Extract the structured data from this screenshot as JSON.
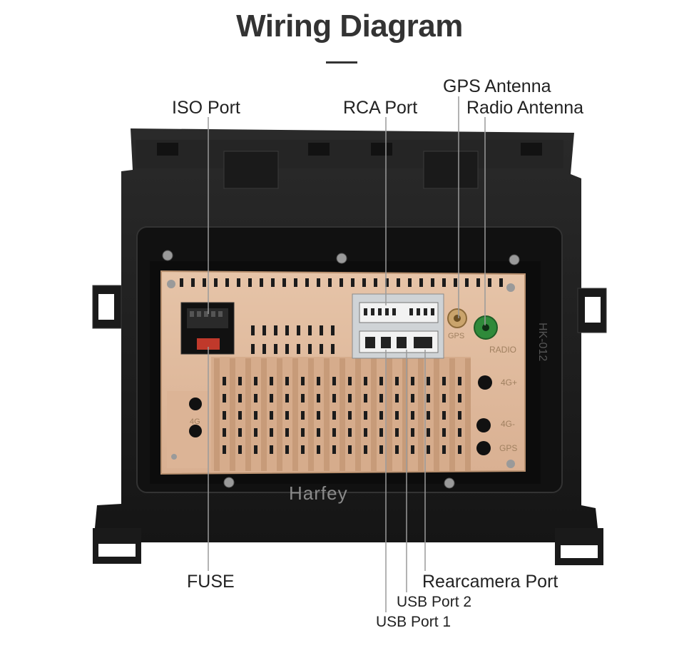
{
  "title": "Wiring Diagram",
  "labels": {
    "iso_port": "ISO Port",
    "rca_port": "RCA Port",
    "gps_antenna": "GPS Antenna",
    "radio_antenna": "Radio Antenna",
    "fuse": "FUSE",
    "rearcamera_port": "Rearcamera Port",
    "usb_port_2": "USB Port 2",
    "usb_port_1": "USB Port 1"
  },
  "device_marks": {
    "gps": "GPS",
    "radio": "RADIO",
    "model": "HK-012",
    "port_4g_a": "4G+",
    "port_4g_b": "4G-",
    "port_gps": "GPS",
    "fuse_4g": "4G",
    "brand": "Harfey"
  },
  "colors": {
    "panel": "#e2bd9f",
    "frame": "#1e1e1e",
    "radio_connector": "#2f8a3a"
  }
}
